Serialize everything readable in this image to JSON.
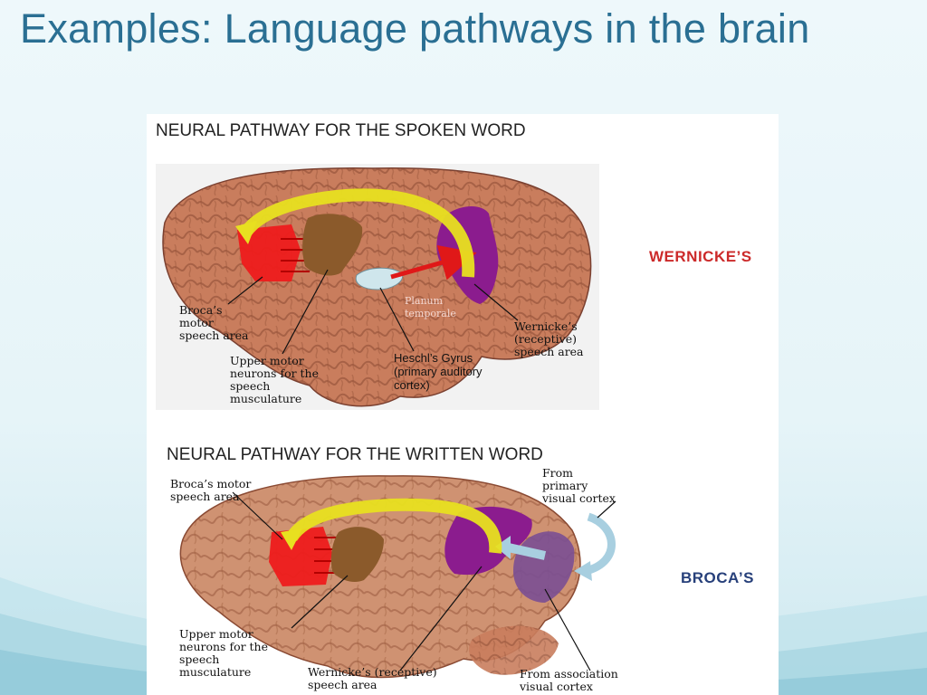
{
  "slide": {
    "title": "Examples: Language pathways in the brain"
  },
  "panel_spoken": {
    "title": "NEURAL PATHWAY FOR THE SPOKEN WORD",
    "labels": {
      "broca": "Broca’s\nmotor\nspeech area",
      "upper_motor": "Upper motor\nneurons for the\nspeech\nmusculature",
      "heschl": "Heschl’s Gyrus\n(primary auditory\ncortex)",
      "wernicke": "Wernicke’s\n(receptive)\nspeech area",
      "planum": "Planum\ntemporale"
    },
    "side_label": "WERNICKE’S"
  },
  "panel_written": {
    "title": "NEURAL PATHWAY FOR THE WRITTEN WORD",
    "labels": {
      "broca": "Broca’s motor\nspeech area",
      "primary_visual": "From\nprimary\nvisual cortex",
      "upper_motor": "Upper motor\nneurons for the\nspeech\nmusculature",
      "wernicke": "Wernicke’s (receptive)\nspeech area",
      "association_visual": "From association\nvisual cortex"
    },
    "side_label": "BROCA’S"
  },
  "colors": {
    "title": "#2a6f93",
    "wernicke_label": "#cc2a2a",
    "broca_label": "#27407a",
    "brain": "#c57a5c",
    "broca_region": "#ee1c1c",
    "motor_region": "#8b5a2b",
    "wernicke_region": "#8b1c8e",
    "pathway_arrow": "#e8e020"
  }
}
